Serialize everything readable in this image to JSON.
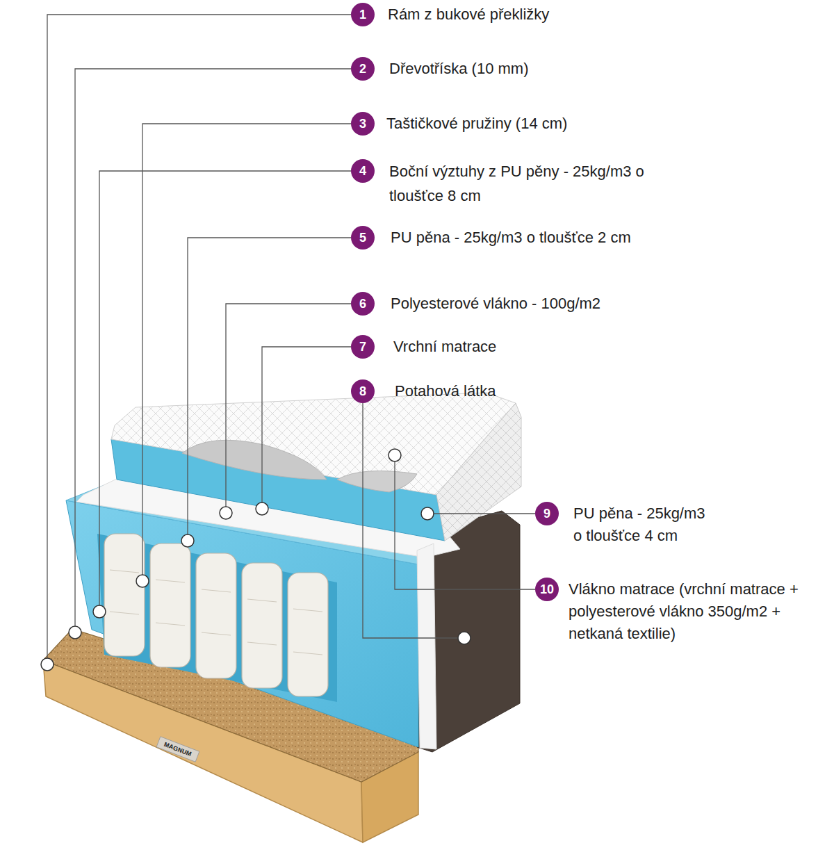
{
  "diagram": {
    "labels": [
      "1",
      "Rám z bukové překližky",
      "2",
      "Dřevotříska (10 mm)",
      "3",
      "Taštičkové pružiny (14 cm)",
      "4",
      "Boční výztuhy z PU pěny - 25kg/m3 o tloušťce 8 cm",
      "5",
      "PU pěna - 25kg/m3 o tloušťce 2 cm",
      "6",
      "Polyesterové vlákno - 100g/m2",
      "7",
      "Vrchní matrace",
      "8",
      "Potahová látka",
      "9",
      "PU pěna - 25kg/m3 o tloušťce 4 cm",
      "10",
      "Vlákno matrace (vrchní matrace + polyesterové vlákno 350g/m2 + netkaná textilie)",
      "MAGNUM"
    ]
  }
}
